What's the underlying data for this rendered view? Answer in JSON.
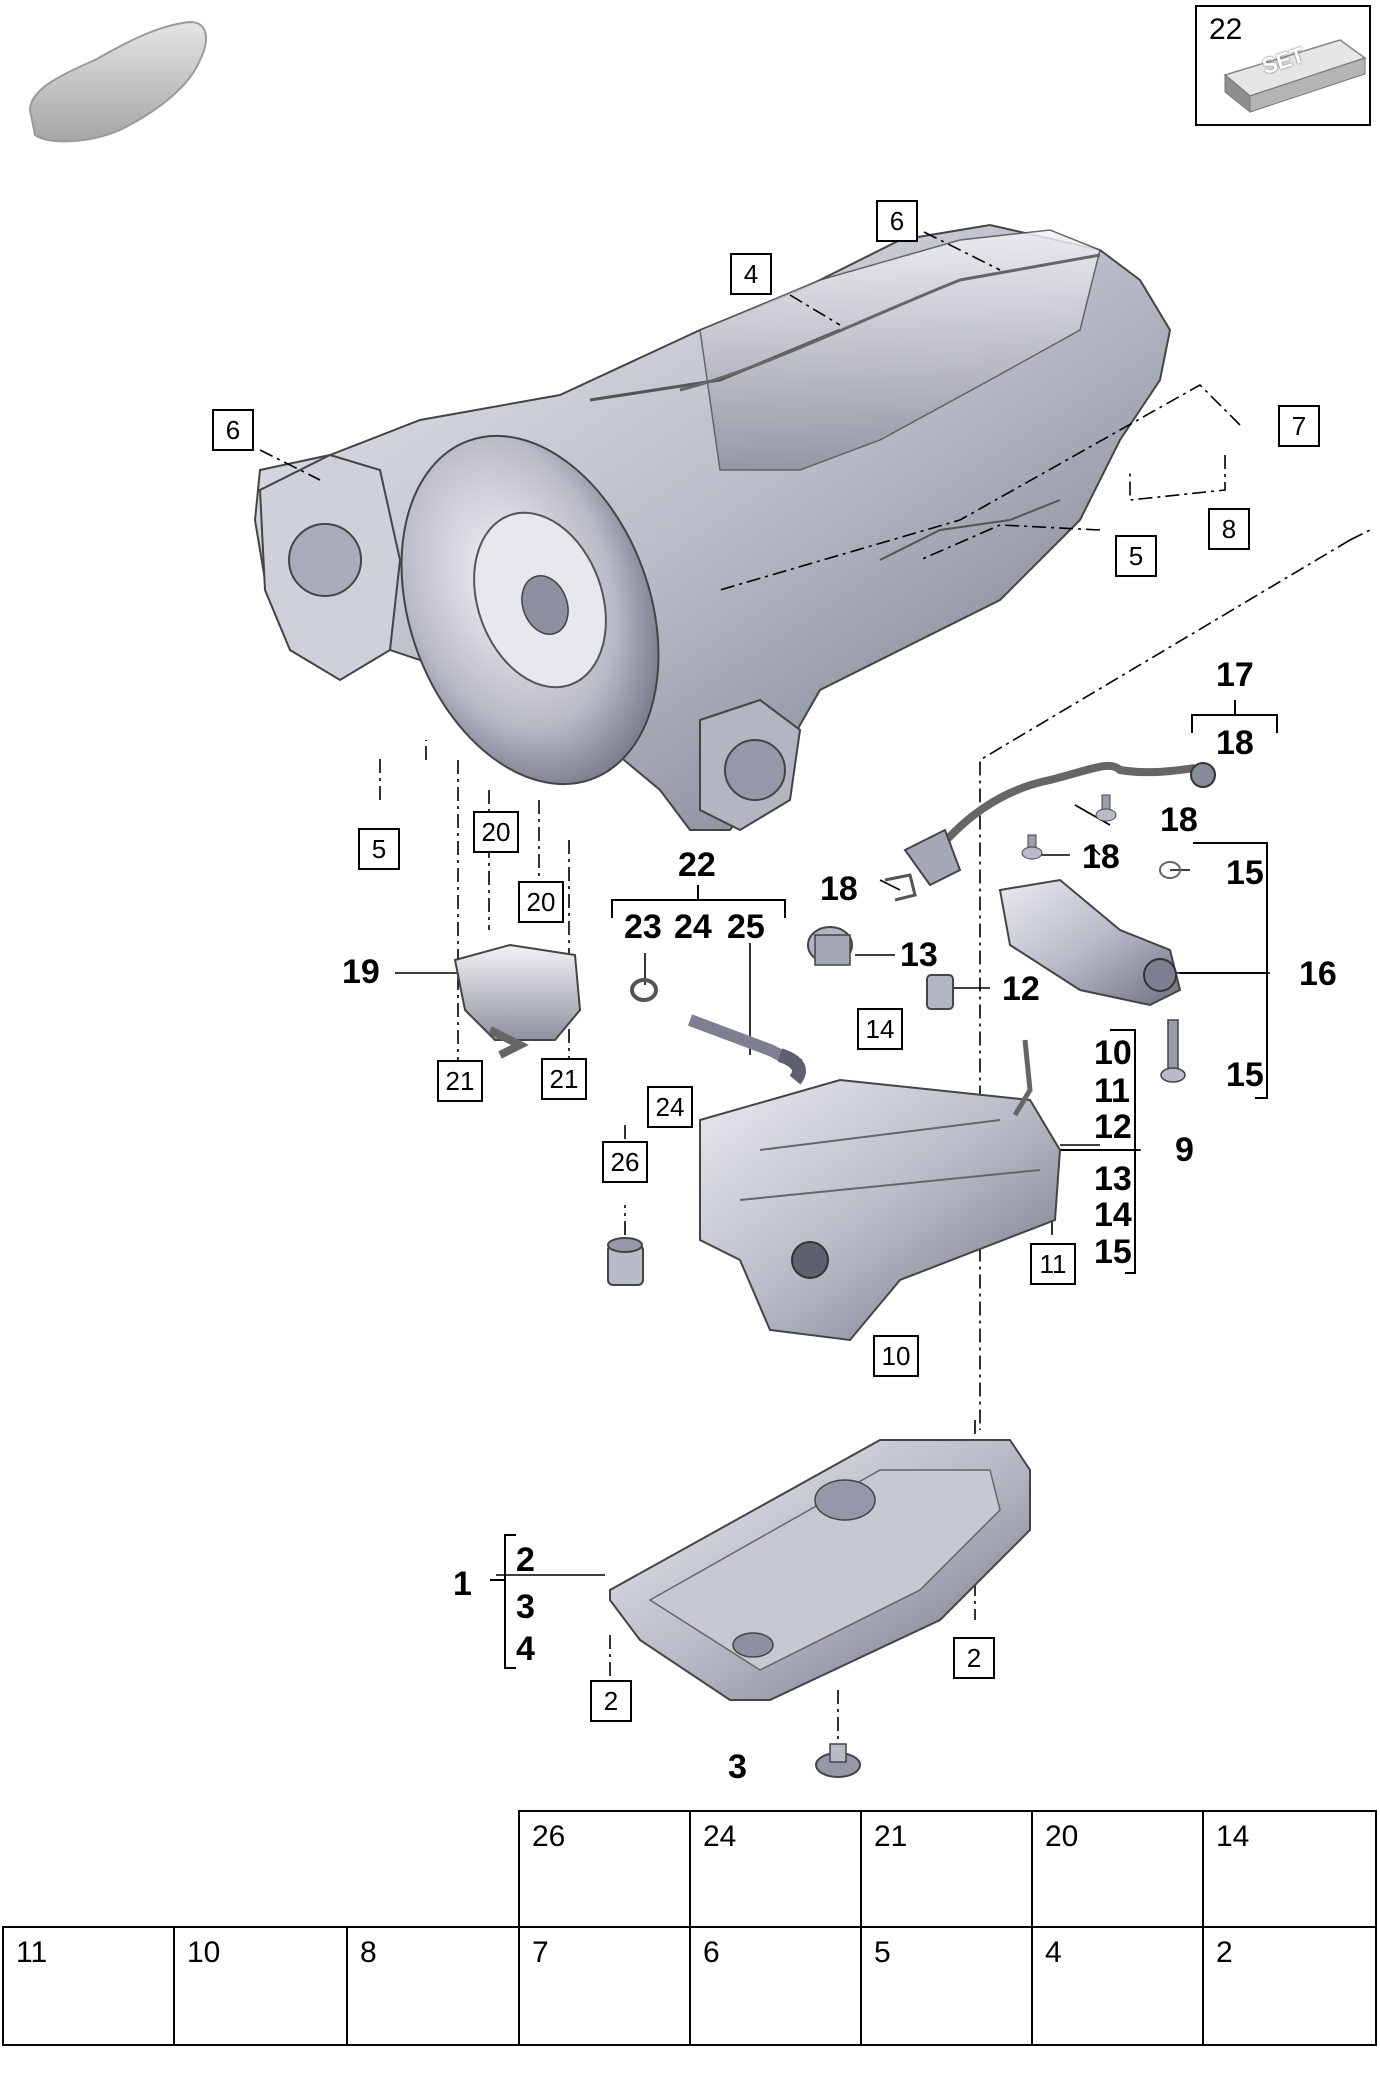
{
  "set_kit": {
    "label": "22",
    "text": "SET"
  },
  "callouts": {
    "c6a": "6",
    "c4": "4",
    "c6b": "6",
    "c7": "7",
    "c8": "8",
    "c5a": "5",
    "c5b": "5",
    "c20a": "20",
    "c20b": "20",
    "c21a": "21",
    "c21b": "21",
    "c24": "24",
    "c26": "26",
    "c14": "14",
    "c11": "11",
    "c10": "10",
    "c2a": "2",
    "c2b": "2"
  },
  "bold_labels": {
    "n17": "17",
    "n18a": "18",
    "n18b": "18",
    "n18c": "18",
    "n18d": "18",
    "n15a": "15",
    "n15b": "15",
    "n16": "16",
    "n12": "12",
    "n13": "13",
    "n22": "22",
    "n23": "23",
    "n24": "24",
    "n25": "25",
    "n19": "19",
    "n9": "9",
    "g10": "10",
    "g11": "11",
    "g12": "12",
    "g13": "13",
    "g14": "14",
    "g15": "15",
    "n1": "1",
    "n2": "2",
    "n3": "3",
    "n4": "4",
    "n3b": "3"
  },
  "parts_table": {
    "top_row": [
      "26",
      "24",
      "21",
      "20",
      "14"
    ],
    "bottom_row": [
      "11",
      "10",
      "8",
      "7",
      "6",
      "5",
      "4",
      "2"
    ]
  },
  "colors": {
    "line": "#000000",
    "part_light": "#d9dbe2",
    "part_mid": "#a7aab8",
    "part_dark": "#5e6070",
    "car": "#c8c8c8"
  }
}
